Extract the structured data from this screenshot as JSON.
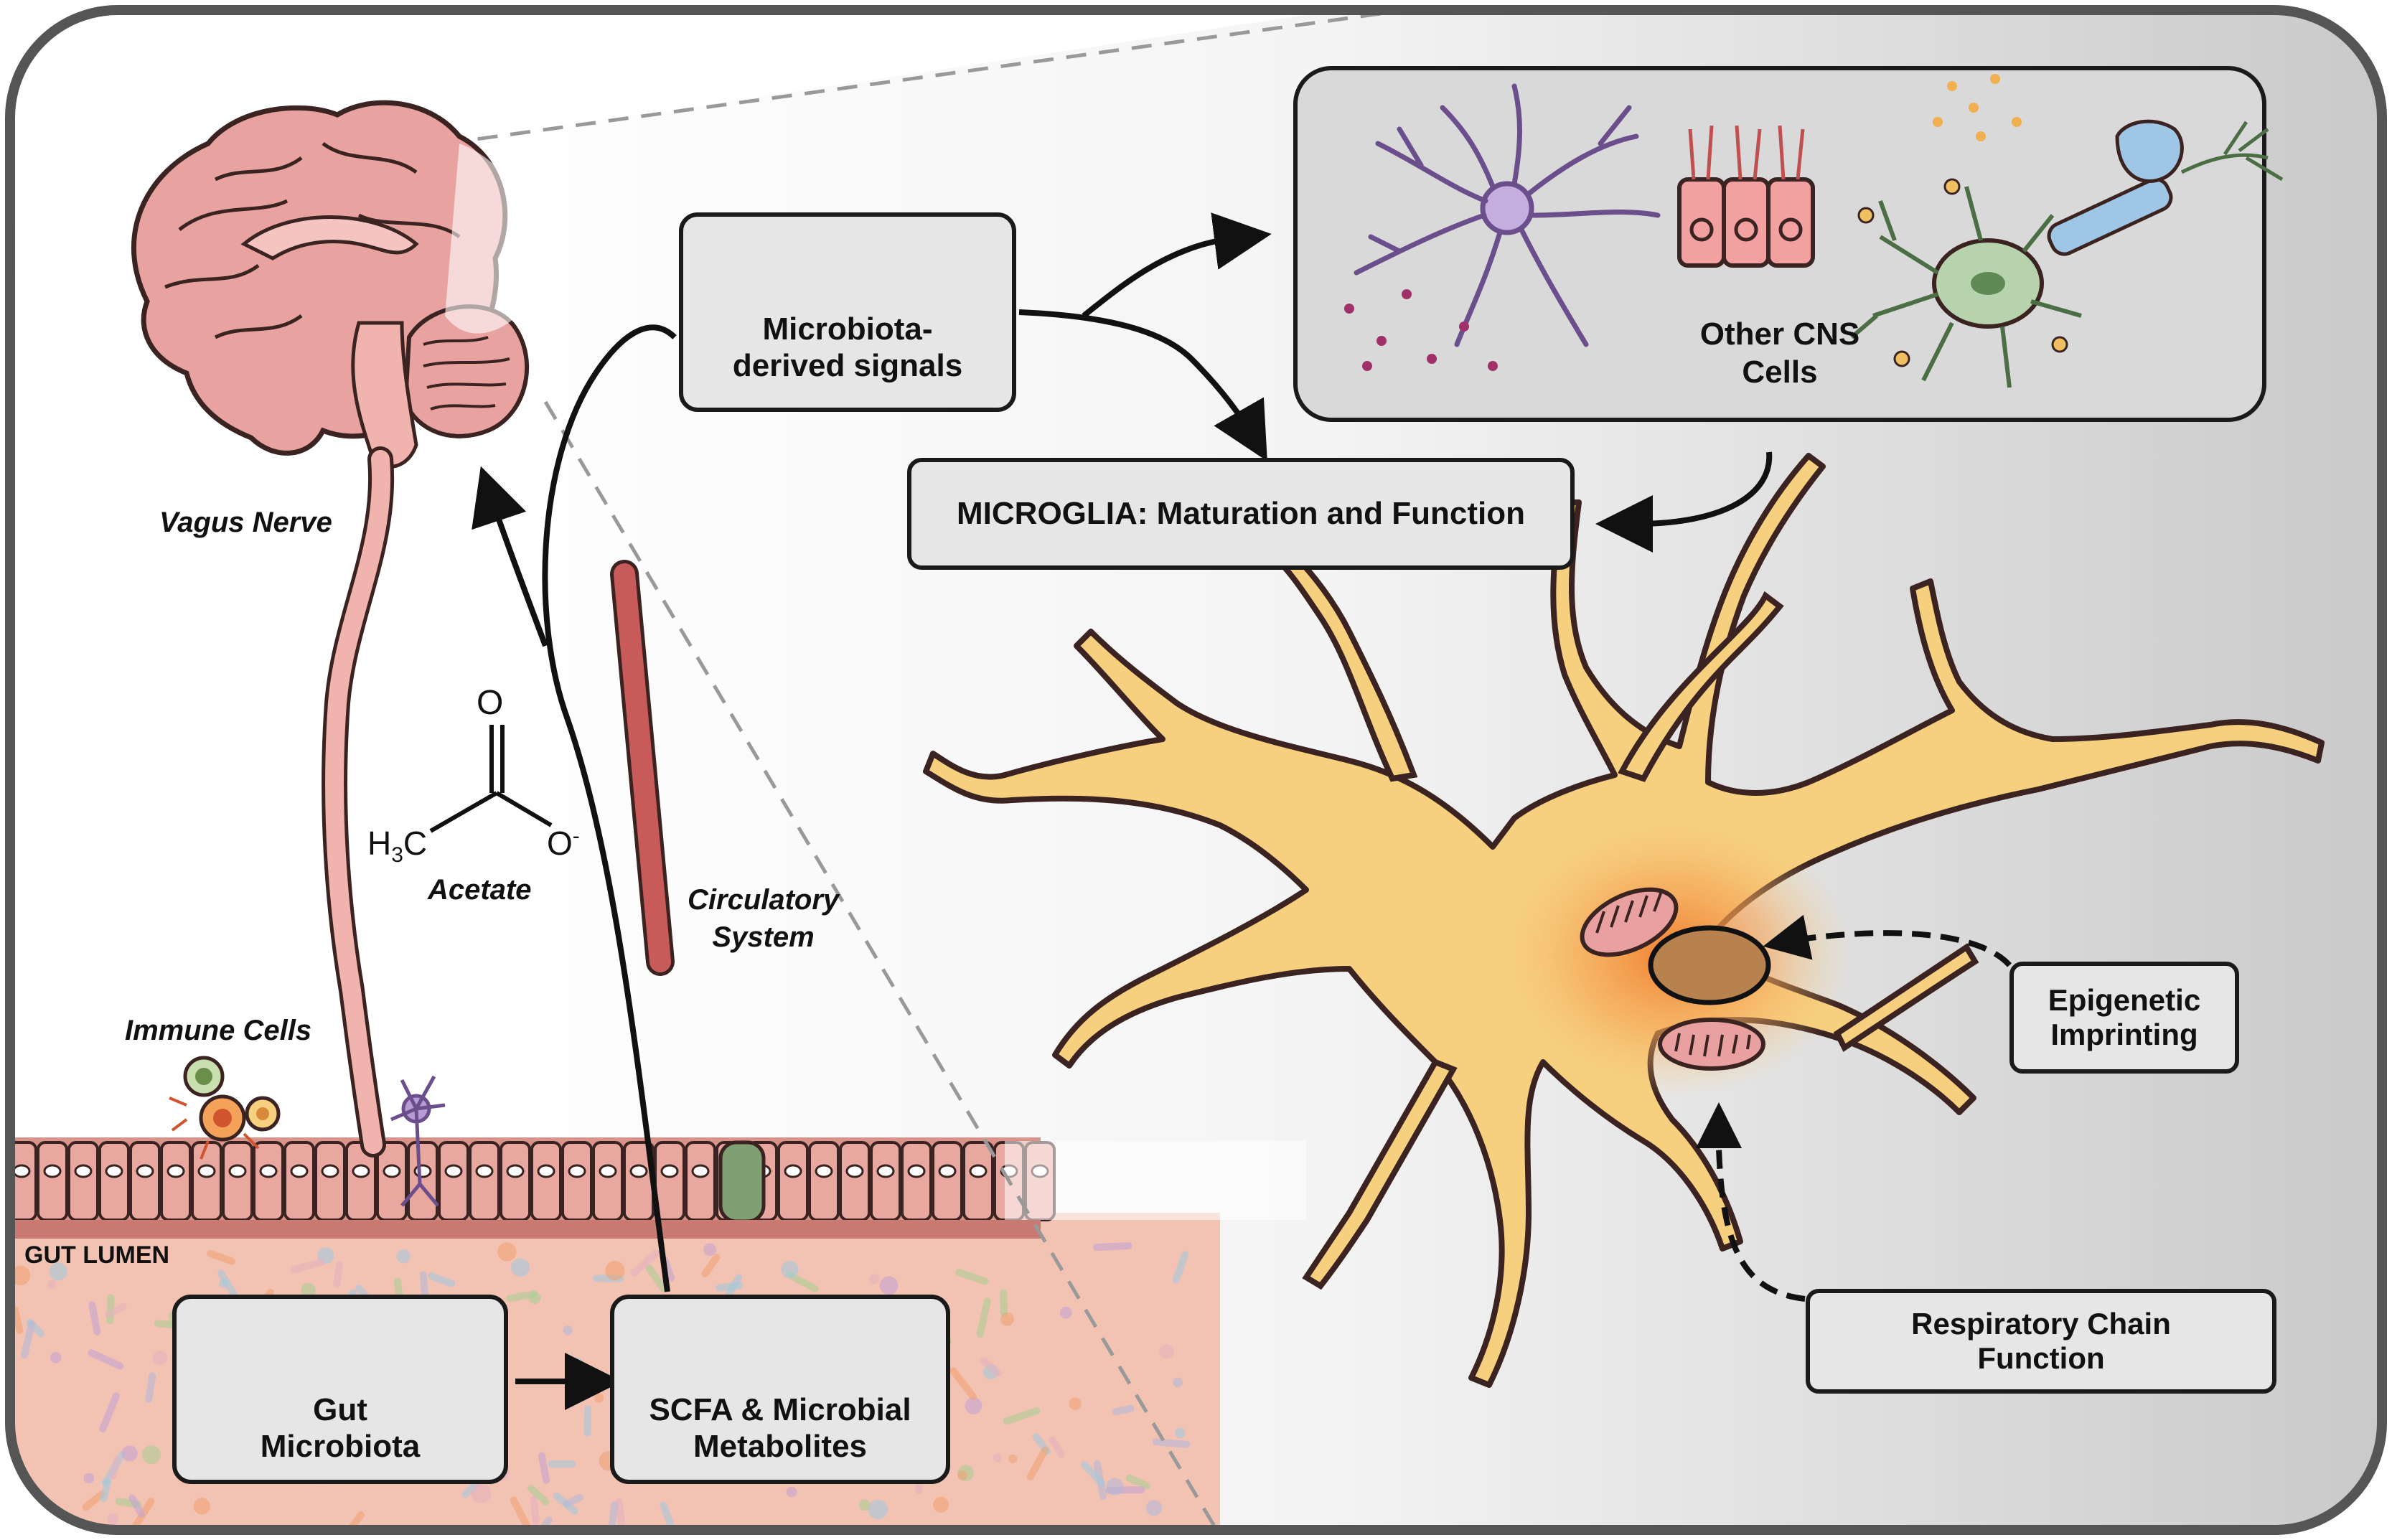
{
  "colors": {
    "brain": "#e8a3a0",
    "brain_outline": "#3a2320",
    "vagus": "#f0b3ad",
    "vessel": "#c95a5a",
    "lumen": "#f2c2b3",
    "epithelium": "#d9938a",
    "microglia": "#f6cf7f",
    "microglia_glow": "#f08a3c",
    "nucleus": "#b8824f",
    "box_fill": "#e6e6e6",
    "panel_fill": "#d9d9d9"
  },
  "labels": {
    "vagus_nerve": "Vagus Nerve",
    "immune_cells": "Immune Cells",
    "gut_lumen": "GUT LUMEN",
    "acetate": "Acetate",
    "acetate_o_top": "O",
    "acetate_o_minus": "O",
    "acetate_h3c": "H",
    "acetate_h3c_sub": "3",
    "acetate_h3c_c": "C",
    "acetate_minus": "-",
    "circulatory_line1": "Circulatory",
    "circulatory_line2": "System"
  },
  "boxes": {
    "signals": {
      "line1": "Microbiota-",
      "line2": "derived signals"
    },
    "microglia": {
      "text": "MICROGLIA: Maturation and Function"
    },
    "cns": {
      "line1": "Other CNS",
      "line2": "Cells"
    },
    "epigenetic": {
      "line1": "Epigenetic",
      "line2": "Imprinting"
    },
    "respiratory": {
      "line1": "Respiratory Chain",
      "line2": "Function"
    },
    "gut_microbiota": {
      "line1": "Gut",
      "line2": "Microbiota"
    },
    "scfa": {
      "line1": "SCFA & Microbial",
      "line2": "Metabolites"
    }
  }
}
